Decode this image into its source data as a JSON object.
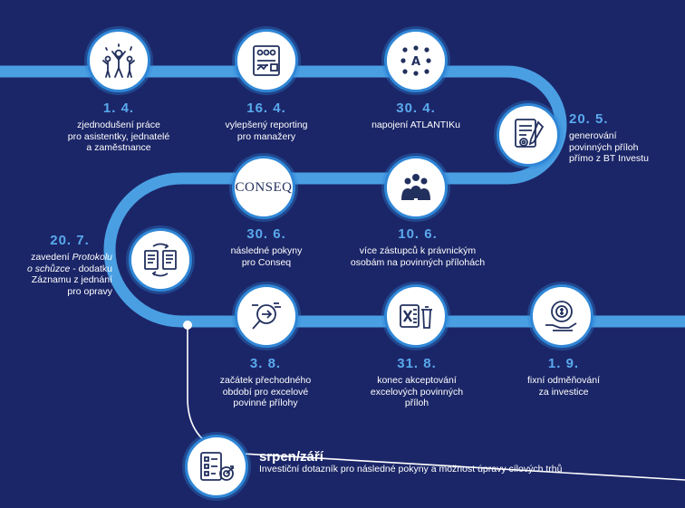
{
  "colors": {
    "background": "#1b2668",
    "path": "#4a9fe3",
    "accent_date": "#5aa9ee",
    "text": "#ffffff",
    "node_bg": "#ffffff"
  },
  "milestones": [
    {
      "date": "1. 4.",
      "text": "zjednodušení práce\npro asistentky, jednatelé\na zaměstnance",
      "icon": "people-celebrating-icon"
    },
    {
      "date": "16. 4.",
      "text": "vylepšený reporting\npro manažery",
      "icon": "report-rating-icon"
    },
    {
      "date": "30. 4.",
      "text": "napojení ATLANTIKu",
      "icon": "atlantik-logo-icon"
    },
    {
      "date": "20. 5.",
      "text": "generování\npovinných příloh\npřímo z BT Investu",
      "icon": "document-gear-icon"
    },
    {
      "date": "10. 6.",
      "text": "více zástupců k právnickým\nosobám na povinných přílohách",
      "icon": "team-group-icon"
    },
    {
      "date": "30. 6.",
      "text": "následné pokyny\npro Conseq",
      "icon": "conseq-logo",
      "logo_text": "CONSEQ"
    },
    {
      "date": "20. 7.",
      "text_before": "zavedení ",
      "text_italic": "Protokolu\no schůzce",
      "text_after": " - dodatku\nZáznamu z jednání\npro opravy",
      "icon": "document-exchange-icon"
    },
    {
      "date": "3. 8.",
      "text": "začátek přechodného\nobdobí pro excelové\npovinné přílohy",
      "icon": "search-transition-icon"
    },
    {
      "date": "31. 8.",
      "text": "konec akceptování\nexcelových povinných\npříloh",
      "icon": "excel-trash-icon"
    },
    {
      "date": "1. 9.",
      "text": "fixní odměňování\nza investice",
      "icon": "hand-money-gear-icon"
    }
  ],
  "final": {
    "title": "srpen/září",
    "text": "Investiční dotazník pro následné pokyny a možnost úpravy cílových trhů",
    "icon": "checklist-target-icon"
  }
}
